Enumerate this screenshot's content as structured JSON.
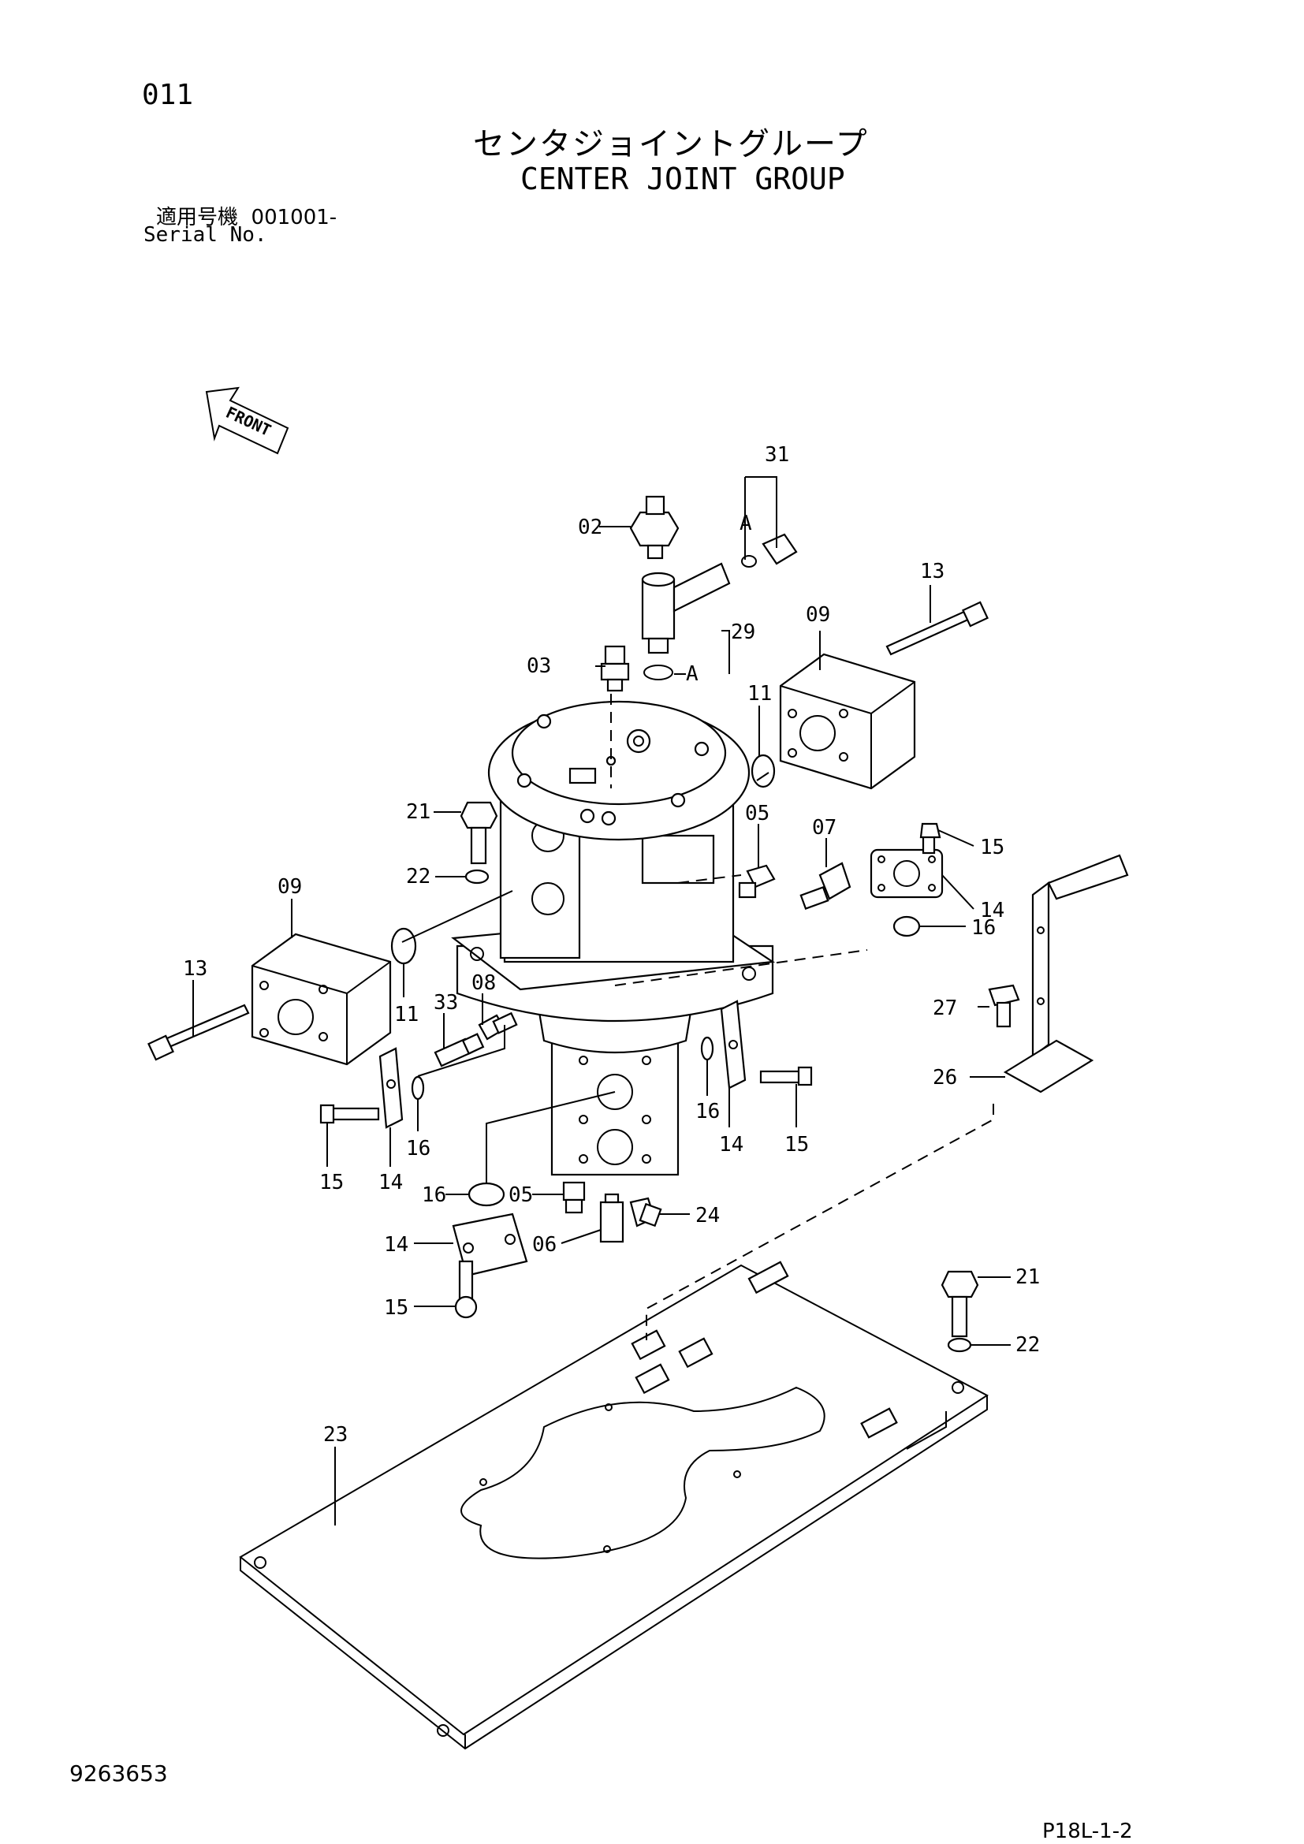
{
  "header": {
    "page_number": "011",
    "title_jp": "センタジョイントグループ",
    "title_en": "CENTER JOINT GROUP",
    "serial_label_jp": "適用号機",
    "serial_value": "001001-",
    "serial_label_en": "Serial No."
  },
  "footer": {
    "drawing_number": "9263653",
    "page_reference": "P18L-1-2"
  },
  "front_arrow_label": "FRONT",
  "callouts": {
    "c31": "31",
    "c02": "02",
    "cA1": "A",
    "c29": "29",
    "cA2": "A",
    "c03": "03",
    "c13a": "13",
    "c09a": "09",
    "c11a": "11",
    "c21a": "21",
    "c22a": "22",
    "c05a": "05",
    "c07": "07",
    "c15a": "15",
    "c14a": "14",
    "c09b": "09",
    "c16a": "16",
    "c13b": "13",
    "c11b": "11",
    "c08": "08",
    "c33": "33",
    "c27": "27",
    "c26": "26",
    "c16b": "16",
    "c14b": "14",
    "c15b": "15",
    "c16c": "16",
    "c15c": "15",
    "c14c": "14",
    "c16d": "16",
    "c05b": "05",
    "c24": "24",
    "c14d": "14",
    "c06": "06",
    "c15d": "15",
    "c21b": "21",
    "c22b": "22",
    "c23": "23"
  }
}
